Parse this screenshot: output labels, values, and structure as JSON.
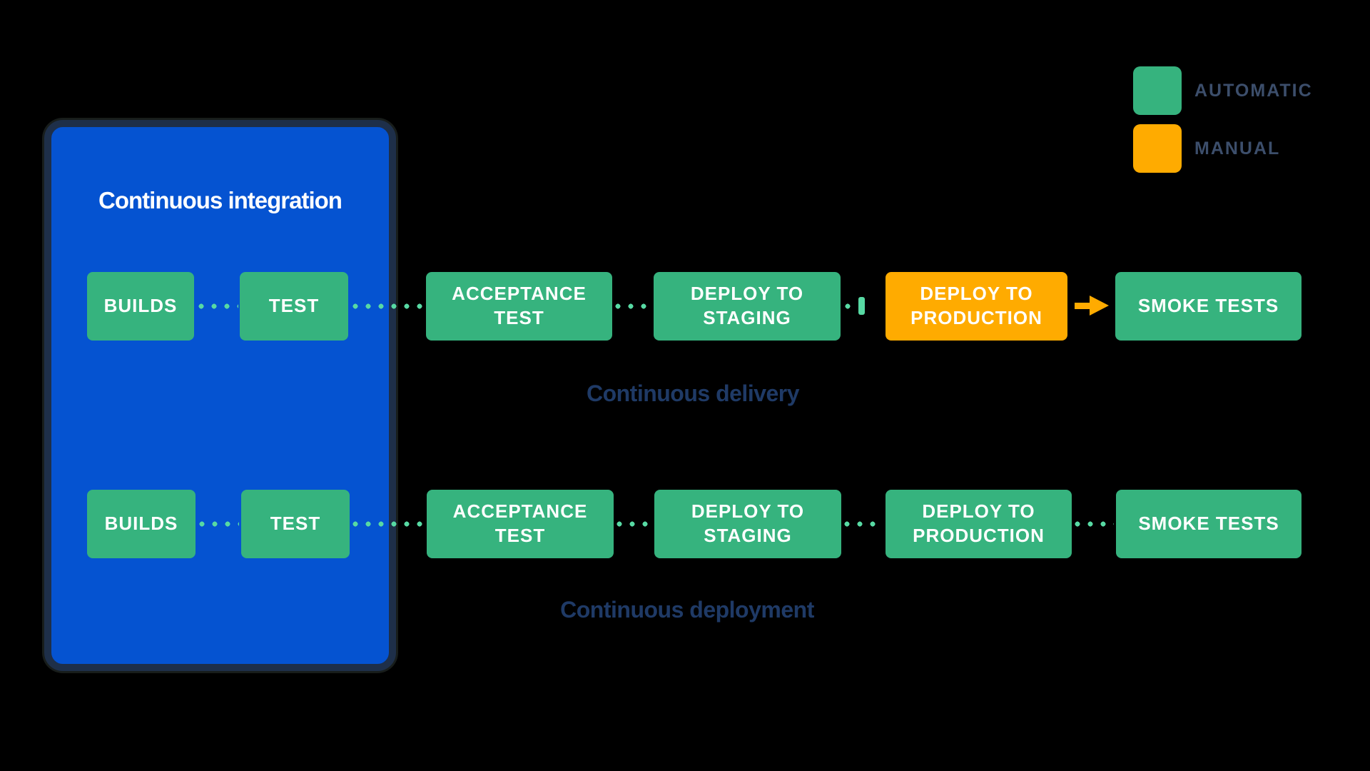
{
  "ci_panel": {
    "title": "Continuous integration"
  },
  "legend": {
    "items": [
      {
        "label": "AUTOMATIC",
        "color": "#36B37E"
      },
      {
        "label": "MANUAL",
        "color": "#FFAB00"
      }
    ]
  },
  "rows": [
    {
      "label": "Continuous delivery",
      "boxes": [
        {
          "label": "BUILDS",
          "state": "automatic"
        },
        {
          "label": "TEST",
          "state": "automatic"
        },
        {
          "label": "ACCEPTANCE TEST",
          "state": "automatic"
        },
        {
          "label": "DEPLOY TO STAGING",
          "state": "automatic"
        },
        {
          "label": "DEPLOY TO PRODUCTION",
          "state": "manual"
        },
        {
          "label": "SMOKE TESTS",
          "state": "automatic"
        }
      ]
    },
    {
      "label": "Continuous deployment",
      "boxes": [
        {
          "label": "BUILDS",
          "state": "automatic"
        },
        {
          "label": "TEST",
          "state": "automatic"
        },
        {
          "label": "ACCEPTANCE TEST",
          "state": "automatic"
        },
        {
          "label": "DEPLOY TO STAGING",
          "state": "automatic"
        },
        {
          "label": "DEPLOY TO PRODUCTION",
          "state": "automatic"
        },
        {
          "label": "SMOKE TESTS",
          "state": "automatic"
        }
      ]
    }
  ],
  "colors": {
    "automatic_green": "#36B37E",
    "manual_orange": "#FFAB00",
    "panel_blue": "#0553D1",
    "panel_border": "#1E2F49",
    "connector_green": "#57D9A3",
    "label_navy": "#1F3A66",
    "legend_text_navy": "#3C4E6B",
    "background": "#000000"
  }
}
